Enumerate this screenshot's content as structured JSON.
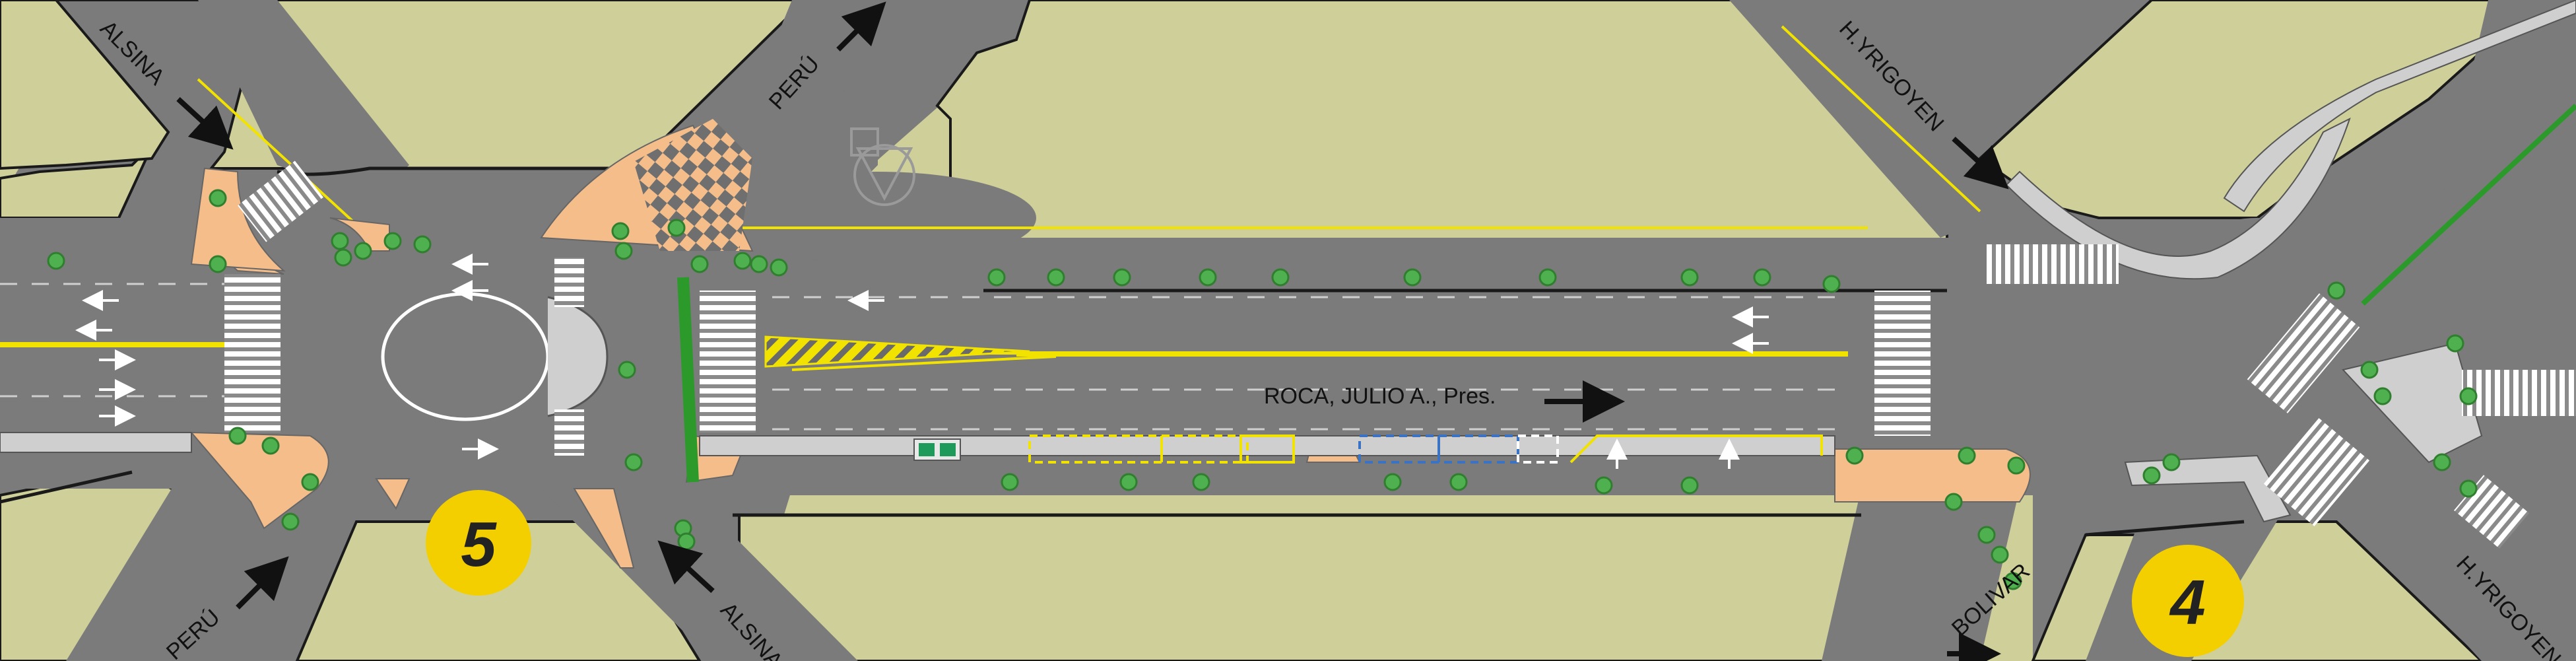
{
  "colors": {
    "block": "#cfcf9a",
    "road": "#7b7b7b",
    "curb": "#1a1a1a",
    "sidewalk_plaza": "#f5bd8a",
    "median_gray": "#bdbdbd",
    "yellow_line": "#f2e200",
    "crosswalk": "#ffffff",
    "bike_lane": "#2b9a2b",
    "badge": "#f3cf00",
    "tree": "#4fb04f"
  },
  "streets": {
    "alsina_nw": "ALSINA",
    "peru_ne": "PERÚ",
    "hyrigoyen_ne": "H.YRIGOYEN",
    "peru_sw": "PERÚ",
    "alsina_se": "ALSINA",
    "bolivar": "BOLIVAR",
    "hyrigoyen_se": "H.YRIGOYEN",
    "main_avenue": "ROCA, JULIO A., Pres."
  },
  "intersections": [
    {
      "number": "5"
    },
    {
      "number": "4"
    }
  ],
  "icons": {
    "traffic_arrow": "arrow-icon",
    "tree": "tree-icon",
    "bus_stop": "bus-stop-icon"
  }
}
